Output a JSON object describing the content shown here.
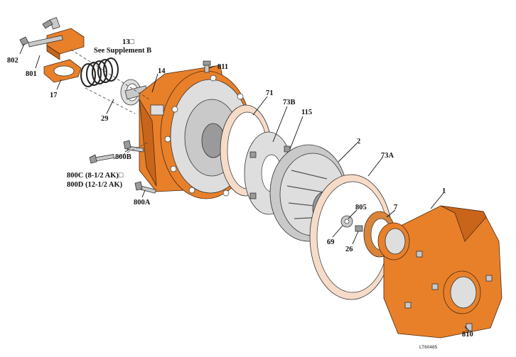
{
  "labels": {
    "p802": "802",
    "p801": "801",
    "p17": "17",
    "p13_line1": "13□",
    "p13_line2": "See Supplement B",
    "p29": "29",
    "p14": "14",
    "p811": "811",
    "p71": "71",
    "p73B": "73B",
    "p115": "115",
    "p800B": "800B",
    "p800C": "800C (8-1/2 AK)□",
    "p800D": "800D (12-1/2 AK)",
    "p800A": "800A",
    "p2": "2",
    "p73A": "73A",
    "p1": "1",
    "p805": "805",
    "p7": "7",
    "p69": "69",
    "p26": "26",
    "p810": "810"
  },
  "figure_code": "LT60485",
  "colors": {
    "orange": "#e8802a",
    "grey": "#c9c9c9",
    "gasket": "#f6dcc8"
  }
}
